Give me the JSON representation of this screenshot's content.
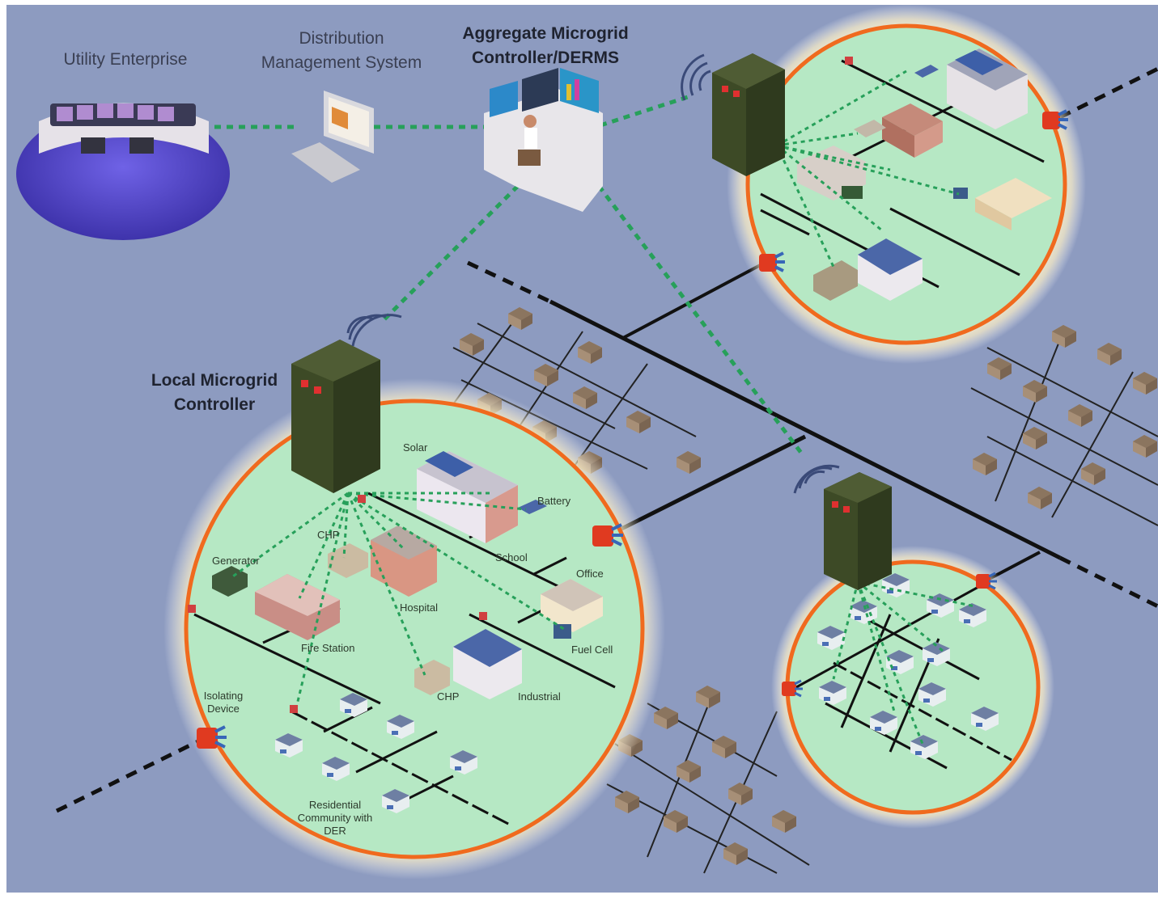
{
  "labels": {
    "utility_enterprise": "Utility Enterprise",
    "dms_line1": "Distribution",
    "dms_line2": "Management System",
    "aggregate_line1": "Aggregate Microgrid",
    "aggregate_line2": "Controller/DERMS",
    "local_line1": "Local Microgrid",
    "local_line2": "Controller",
    "solar": "Solar",
    "battery": "Battery",
    "chp_top": "CHP",
    "school": "School",
    "generator": "Generator",
    "office": "Office",
    "hospital": "Hospital",
    "fire_station": "Fire Station",
    "fuel_cell": "Fuel Cell",
    "isolating_line1": "Isolating",
    "isolating_line2": "Device",
    "chp_bottom": "CHP",
    "industrial": "Industrial",
    "residential_line1": "Residential",
    "residential_line2": "Community with",
    "residential_line3": "DER"
  },
  "colors": {
    "background": "#8d9bc0",
    "microgrid_fill": "#b6e8c4",
    "microgrid_ring": "#f06a1e",
    "comm_link": "#27a05a",
    "grid_line": "#111111",
    "controller": "#3d4a26",
    "platform": "#5f4fd3"
  },
  "icons": [
    "utility-control-room-icon",
    "computer-workstation-icon",
    "operator-desk-icon",
    "controller-cabinet-icon",
    "wireless-signal-icon",
    "isolating-switch-icon",
    "house-icon",
    "building-icon",
    "solar-panel-icon"
  ]
}
